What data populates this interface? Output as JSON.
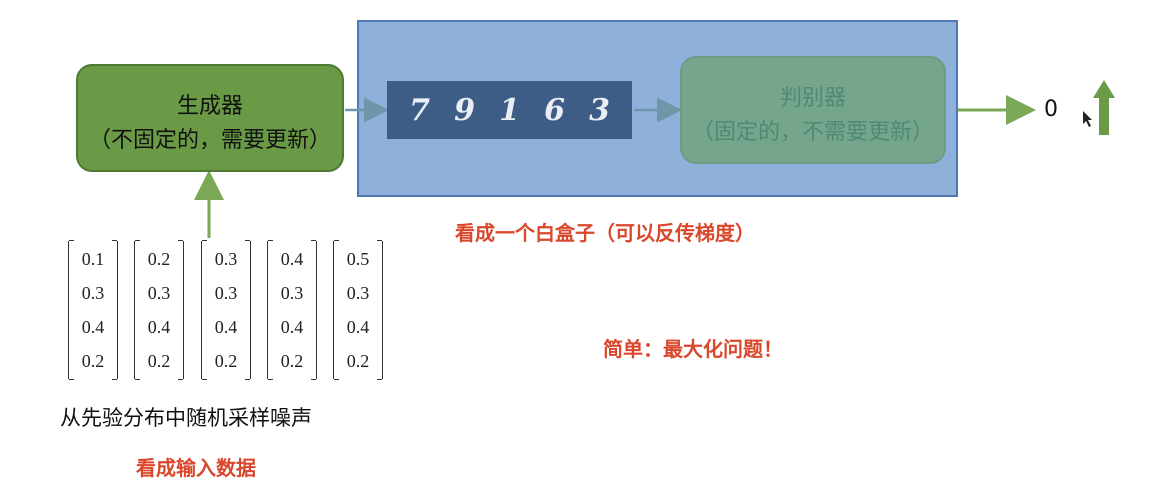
{
  "generator": {
    "title": "生成器",
    "subtitle": "（不固定的，需要更新）"
  },
  "discriminator": {
    "title": "判别器",
    "subtitle": "（固定的，不需要更新）"
  },
  "samples": [
    "7",
    "9",
    "1",
    "6",
    "3"
  ],
  "output": {
    "value": "0"
  },
  "captions": {
    "white_box": "看成一个白盒子（可以反传梯度）",
    "maximize": "简单：最大化问题！",
    "noise": "从先验分布中随机采样噪声",
    "as_input": "看成输入数据"
  },
  "noise_vectors": [
    [
      "0.1",
      "0.3",
      "0.4",
      "0.2"
    ],
    [
      "0.2",
      "0.3",
      "0.4",
      "0.2"
    ],
    [
      "0.3",
      "0.3",
      "0.4",
      "0.2"
    ],
    [
      "0.4",
      "0.3",
      "0.4",
      "0.2"
    ],
    [
      "0.5",
      "0.3",
      "0.4",
      "0.2"
    ]
  ],
  "colors": {
    "generator": "#6a9a45",
    "discriminator": "#75a58c",
    "white_box": "#8eb0da",
    "arrow": "#7aa856",
    "emphasis": "#d9472c"
  },
  "icons": {
    "up_arrow": "up-arrow-icon",
    "cursor": "mouse-cursor-icon"
  }
}
